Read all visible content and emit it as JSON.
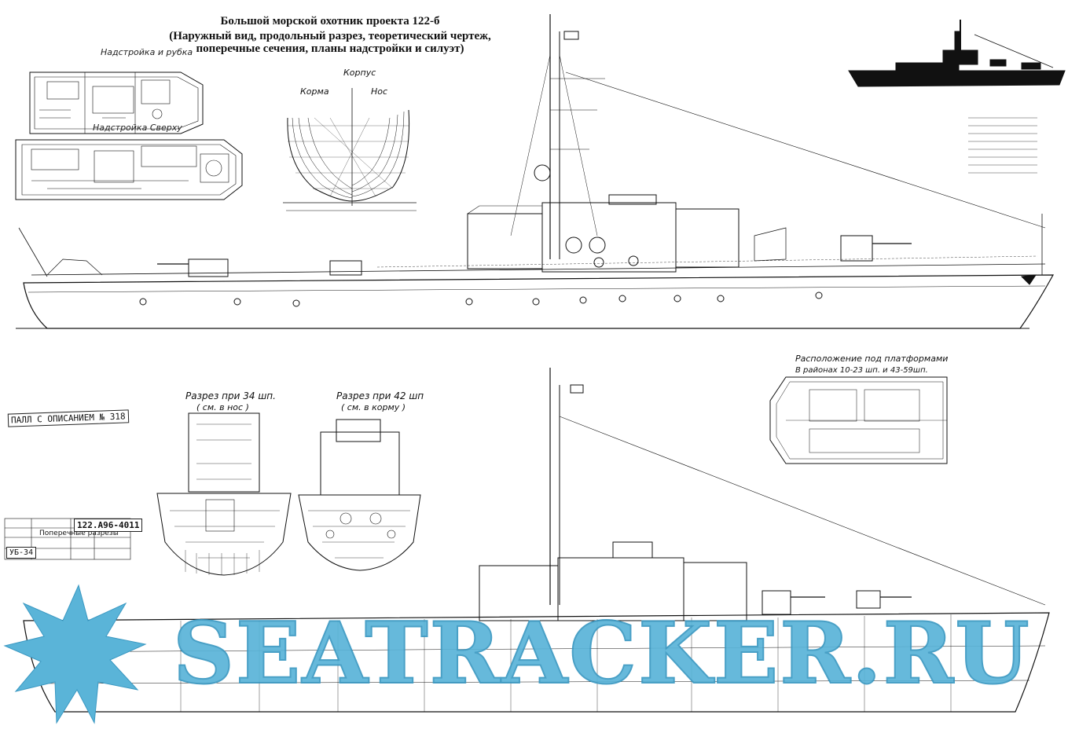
{
  "title": {
    "line1": "Большой морской охотник проекта 122-б",
    "line2": "(Наружный вид, продольный разрез, теоретический чертеж,",
    "line3": "поперечные сечения, планы надстройки и силуэт)"
  },
  "labels": {
    "superstructure_plan": "Надстройка и рубка",
    "bridge_plan": "Надстройка Сверху",
    "hull": "Корпус",
    "stern": "Корма",
    "bow": "Нос",
    "section_34": "Разрез при 34 шп.",
    "section_34_sub": "( см. в нос )",
    "section_42": "Разрез при 42 шп",
    "section_42_sub": "( см. в корму )",
    "platform_layout": "Расположение под платформами",
    "platform_layout_sub": "В районах 10-23 шп. и 43-59шп.",
    "cross_sections": "Поперечные разрезы"
  },
  "stamps": {
    "serial": "ПАЛЛ С ОПИСАНИЕМ № 318",
    "drawing_number": "122.А96-4011",
    "side_code": "УБ-34"
  },
  "watermark": "SEATRACKER.RU",
  "colors": {
    "ink": "#111111",
    "paper": "#ffffff",
    "watermark": "#5ab4d8",
    "watermark_edge": "#3a98c2"
  }
}
